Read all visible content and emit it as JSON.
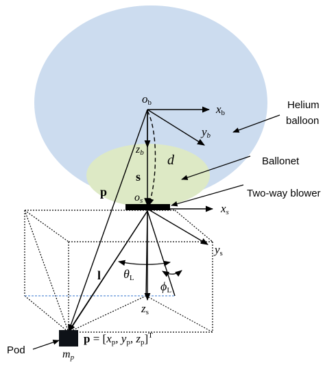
{
  "labels": {
    "helium_line1": "Helium",
    "helium_line2": "balloon",
    "ballonet": "Ballonet",
    "blower": "Two-way blower",
    "pod": "Pod",
    "o_b_main": "o",
    "o_b_sub": "b",
    "x_b_main": "x",
    "x_b_sub": "b",
    "y_b_main": "y",
    "y_b_sub": "b",
    "z_b_main": "z",
    "z_b_sub": "b",
    "d": "d",
    "s": "s",
    "p": "p",
    "o_s_main": "o",
    "o_s_sub": "s",
    "x_s_main": "x",
    "x_s_sub": "s",
    "y_s_main": "y",
    "y_s_sub": "s",
    "l": "l",
    "theta_main": "θ",
    "theta_sub": "L",
    "phi_main": "ϕ",
    "phi_sub": "L",
    "z_s_main": "z",
    "z_s_sub": "s",
    "m_p_main": "m",
    "m_p_sub": "p",
    "p_eq_bold": "p",
    "p_eq_open": " = [",
    "p_eq_x": "x",
    "p_eq_xsub": "p",
    "p_eq_c1": ", ",
    "p_eq_y": "y",
    "p_eq_ysub": "p",
    "p_eq_c2": ", ",
    "p_eq_z": "z",
    "p_eq_zsub": "p",
    "p_eq_close": "]",
    "p_eq_T": "T"
  },
  "colors": {
    "balloon": "#ccdcef",
    "ballonet": "#dde9c5",
    "dashed_blue": "#5b8fd6"
  }
}
